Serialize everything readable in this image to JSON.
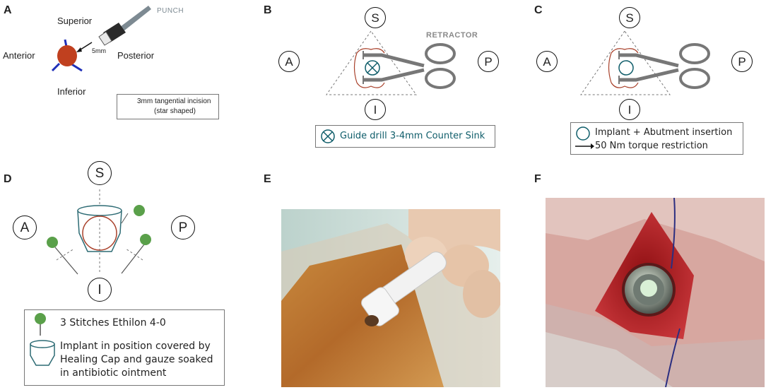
{
  "panels": {
    "A": {
      "letter": "A",
      "superior": "Superior",
      "anterior": "Anterior",
      "posterior": "Posterior",
      "inferior": "Inferior",
      "punch": "PUNCH",
      "distance": "5mm",
      "legend_line1": "3mm tangential incision",
      "legend_line2": "(star shaped)",
      "incision_color": "#1f2fb8",
      "target_color": "#c0401f"
    },
    "B": {
      "letter": "B",
      "s": "S",
      "a": "A",
      "p": "P",
      "i": "I",
      "retractor": "RETRACTOR",
      "legend": "Guide drill 3-4mm Counter Sink"
    },
    "C": {
      "letter": "C",
      "s": "S",
      "a": "A",
      "p": "P",
      "i": "I",
      "legend_line1": "Implant + Abutment insertion",
      "legend_line2": "50 Nm torque restriction"
    },
    "D": {
      "letter": "D",
      "s": "S",
      "a": "A",
      "p": "P",
      "i": "I",
      "legend_stitches": "3 Stitches Ethilon 4-0",
      "legend_implant_line1": "Implant in position covered by",
      "legend_implant_line2": "Healing Cap and gauze soaked",
      "legend_implant_line3": "in antibiotic ointment",
      "stitch_color": "#5aa04a"
    },
    "E": {
      "letter": "E"
    },
    "F": {
      "letter": "F"
    }
  }
}
